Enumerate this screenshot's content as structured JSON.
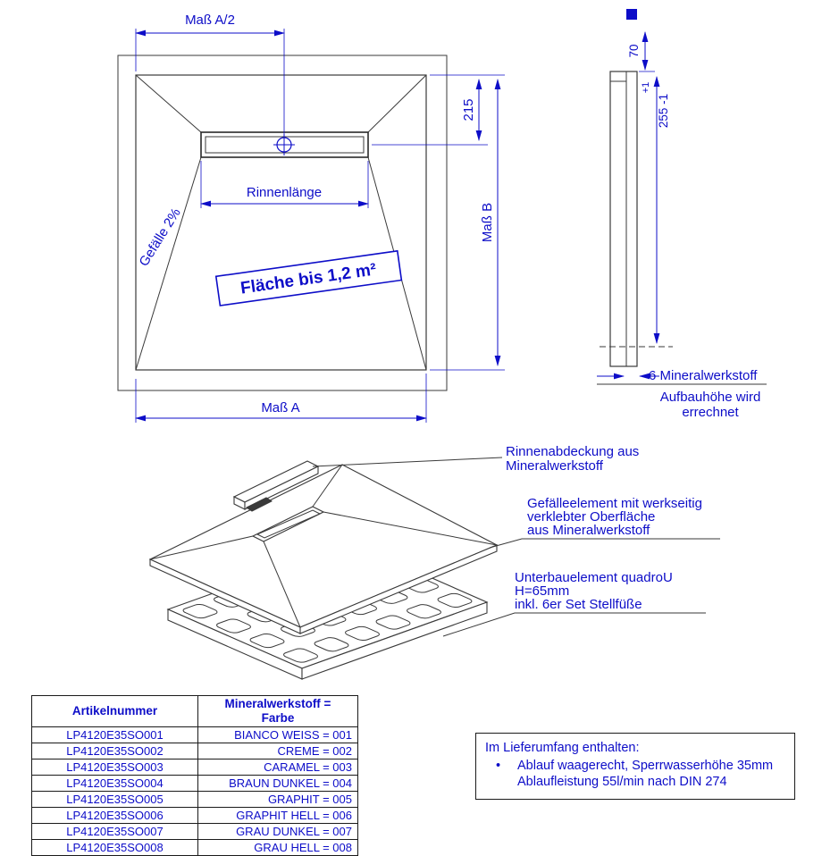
{
  "colors": {
    "accent": "#0d0dc8",
    "line": "#3a3a3a"
  },
  "plan_view": {
    "dim_a_half": "Maß A/2",
    "dim_215": "215",
    "dim_b": "Maß B",
    "channel_length": "Rinnenlänge",
    "slope": "Gefälle 2%",
    "area": "Fläche bis 1,2 m²",
    "dim_a": "Maß A"
  },
  "side_view": {
    "dim_70": "70",
    "tol_plus": "+1",
    "dim_255": "255  -1",
    "mineral_label": "6 Mineralwerkstoff",
    "note_line1": "Aufbauhöhe wird",
    "note_line2": "errechnet"
  },
  "exploded_view": {
    "cover_label_1": "Rinnenabdeckung aus",
    "cover_label_2": "Mineralwerkstoff",
    "slope_label_1": "Gefälleelement mit werkseitig",
    "slope_label_2": "verklebter Oberfläche",
    "slope_label_3": "aus Mineralwerkstoff",
    "base_label_1": "Unterbauelement quadroU",
    "base_label_2": "H=65mm",
    "base_label_3": "inkl. 6er Set Stellfüße"
  },
  "article_table": {
    "header_col1": "Artikelnummer",
    "header_col2_line1": "Mineralwerkstoff =",
    "header_col2_line2": "Farbe",
    "rows": [
      {
        "article": "LP4120E35SO001",
        "color": "BIANCO WEISS = 001"
      },
      {
        "article": "LP4120E35SO002",
        "color": "CREME = 002"
      },
      {
        "article": "LP4120E35SO003",
        "color": "CARAMEL = 003"
      },
      {
        "article": "LP4120E35SO004",
        "color": "BRAUN DUNKEL = 004"
      },
      {
        "article": "LP4120E35SO005",
        "color": "GRAPHIT = 005"
      },
      {
        "article": "LP4120E35SO006",
        "color": "GRAPHIT HELL = 006"
      },
      {
        "article": "LP4120E35SO007",
        "color": "GRAU DUNKEL = 007"
      },
      {
        "article": "LP4120E35SO008",
        "color": "GRAU HELL = 008"
      }
    ]
  },
  "delivery_box": {
    "title": "Im Lieferumfang enthalten:",
    "bullet": "•",
    "item_line1": "Ablauf waagerecht, Sperrwasserhöhe 35mm",
    "item_line2": "Ablaufleistung 55l/min nach DIN 274"
  }
}
